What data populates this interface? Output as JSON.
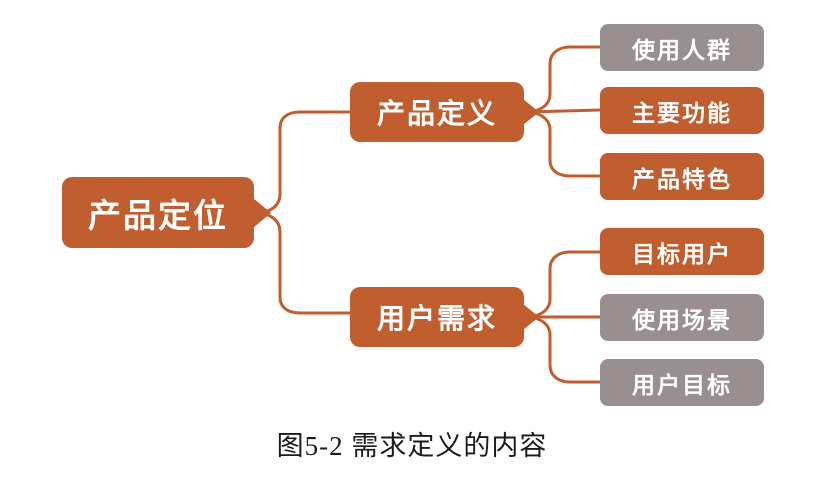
{
  "colors": {
    "accent_orange": "#C05E2F",
    "node_gray": "#9A8F90",
    "node_text": "#FFFFFF",
    "caption_text": "#1B1B1B"
  },
  "diagram": {
    "root": {
      "label": "产品定位",
      "color": "#C05E2F"
    },
    "branches": [
      {
        "label": "产品定义",
        "color": "#C05E2F",
        "children": [
          {
            "label": "使用人群",
            "color": "#9A8F90"
          },
          {
            "label": "主要功能",
            "color": "#C05E2F"
          },
          {
            "label": "产品特色",
            "color": "#C05E2F"
          }
        ]
      },
      {
        "label": "用户需求",
        "color": "#C05E2F",
        "children": [
          {
            "label": "目标用户",
            "color": "#C05E2F"
          },
          {
            "label": "使用场景",
            "color": "#9A8F90"
          },
          {
            "label": "用户目标",
            "color": "#9A8F90"
          }
        ]
      }
    ]
  },
  "caption": "图5-2 需求定义的内容"
}
